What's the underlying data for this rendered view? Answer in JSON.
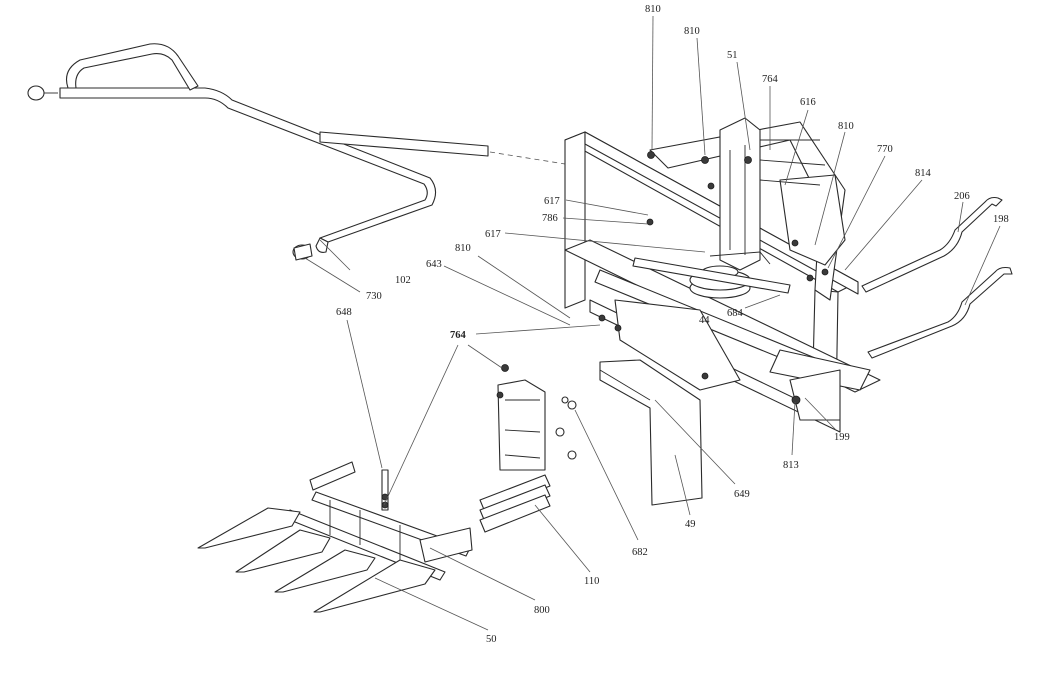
{
  "callouts": {
    "c810a": "810",
    "c810b": "810",
    "c51": "51",
    "c764a": "764",
    "c616": "616",
    "c810c": "810",
    "c770": "770",
    "c814": "814",
    "c206": "206",
    "c198": "198",
    "c617a": "617",
    "c786": "786",
    "c617b": "617",
    "c810d": "810",
    "c643": "643",
    "c102": "102",
    "c730": "730",
    "c648": "648",
    "c764b": "764",
    "c44": "44",
    "c684": "684",
    "c199": "199",
    "c813": "813",
    "c649": "649",
    "c49": "49",
    "c682": "682",
    "c110": "110",
    "c800": "800",
    "c50": "50"
  }
}
